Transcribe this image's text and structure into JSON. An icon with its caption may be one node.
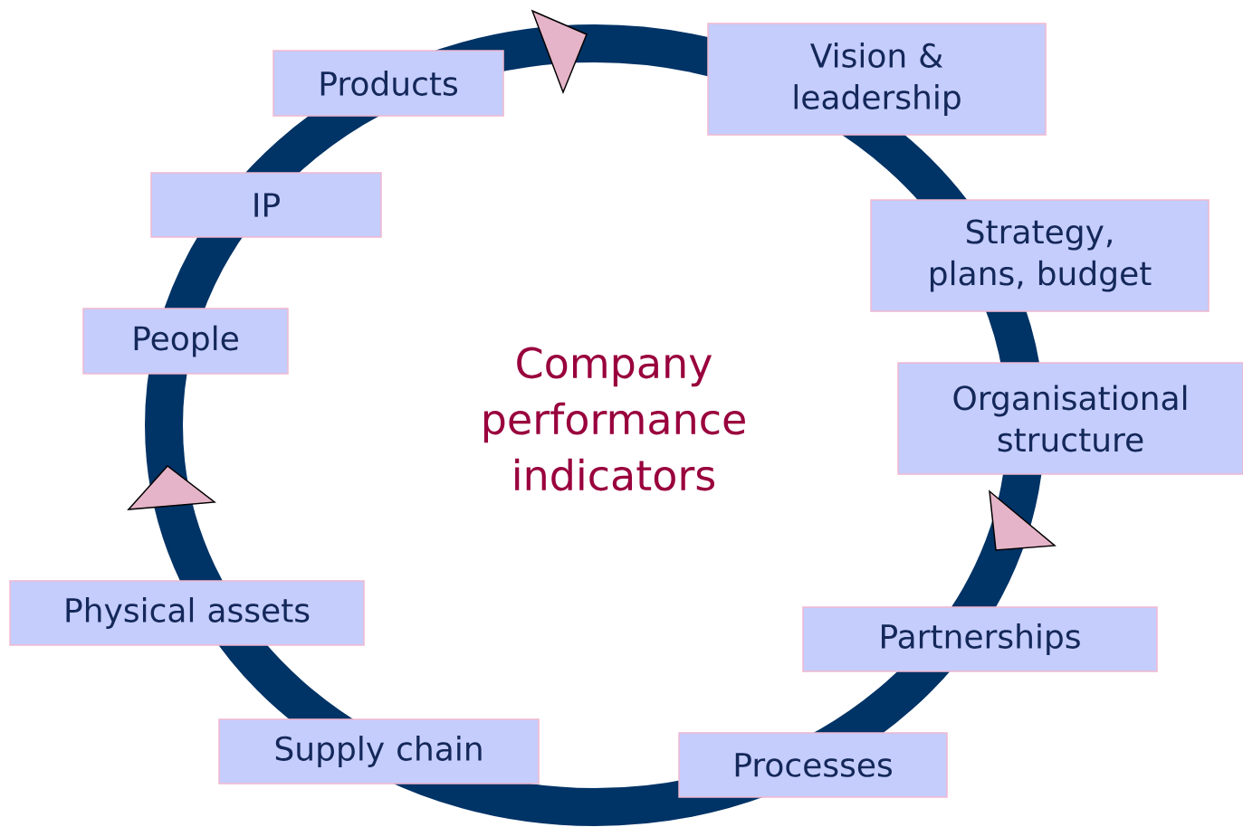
{
  "diagram": {
    "nodes": [
      {
        "text": [
          "Products"
        ]
      },
      {
        "text": [
          "Vision & leadership"
        ]
      },
      {
        "text": [
          "Strategy, plans, budget"
        ]
      },
      {
        "text": [
          "Organisational structure"
        ]
      },
      {
        "text": [
          "Partnerships"
        ]
      },
      {
        "text": [
          "Processes"
        ]
      },
      {
        "text": [
          "Supply chain"
        ]
      },
      {
        "text": [
          "Physical assets"
        ]
      },
      {
        "text": [
          "People"
        ]
      },
      {
        "text": [
          "IP"
        ]
      }
    ],
    "labels": [
      "Company performance indicators"
    ]
  }
}
